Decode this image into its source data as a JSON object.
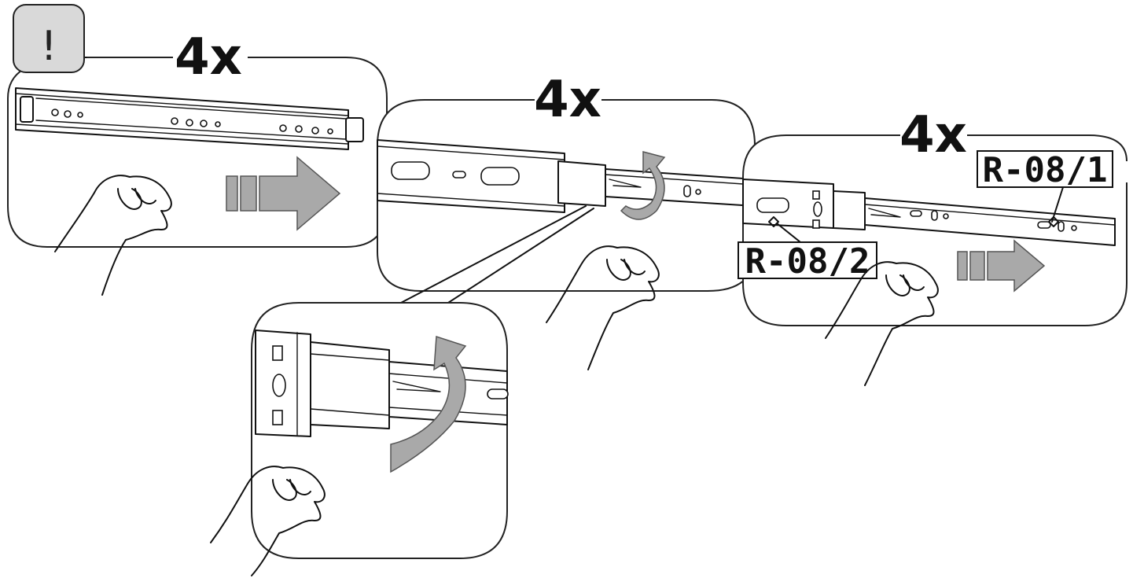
{
  "step1": {
    "warning_glyph": "!",
    "quantity": "4x",
    "arrow": "push-right-arrow"
  },
  "step2": {
    "quantity": "4x",
    "arrow": "rotate-release-arrow"
  },
  "step3": {
    "quantity": "4x",
    "part_front": "R-08/1",
    "part_rear": "R-08/2",
    "arrow": "push-right-arrow"
  },
  "detail": {
    "arrow": "rotate-release-arrow"
  },
  "colors": {
    "line": "#111111",
    "arrow_fill": "#a9a9a9",
    "warning_bg": "#d9d9d9"
  }
}
